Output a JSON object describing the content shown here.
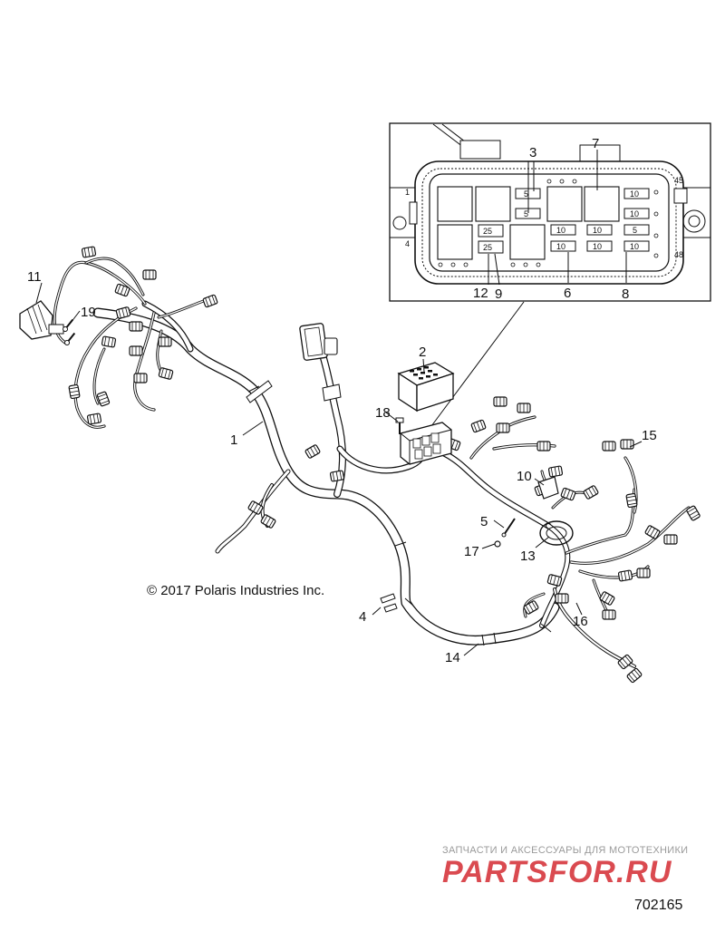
{
  "diagram": {
    "callouts": [
      "1",
      "2",
      "3",
      "4",
      "5",
      "6",
      "7",
      "8",
      "9",
      "10",
      "11",
      "12",
      "13",
      "14",
      "15",
      "16",
      "17",
      "18",
      "19"
    ],
    "inset_labels": {
      "left_top": "1",
      "left_bottom": "4",
      "right_top": "45",
      "right_bottom": "48"
    },
    "fuse_ratings": {
      "f25a": "25",
      "f25b": "25",
      "f5a": "5",
      "f5b": "5",
      "f5c": "5",
      "f10a": "10",
      "f10b": "10",
      "f10c": "10",
      "f10d": "10",
      "f10e": "10",
      "f10f": "10",
      "f10g": "10"
    },
    "copyright": "© 2017 Polaris Industries Inc.",
    "drawing_number": "702165"
  },
  "watermark": {
    "tagline": "ЗАПЧАСТИ И АКСЕССУАРЫ ДЛЯ МОТОТЕХНИКИ",
    "logo_text": "PARTSFOR.RU",
    "color": "#d2232a"
  }
}
